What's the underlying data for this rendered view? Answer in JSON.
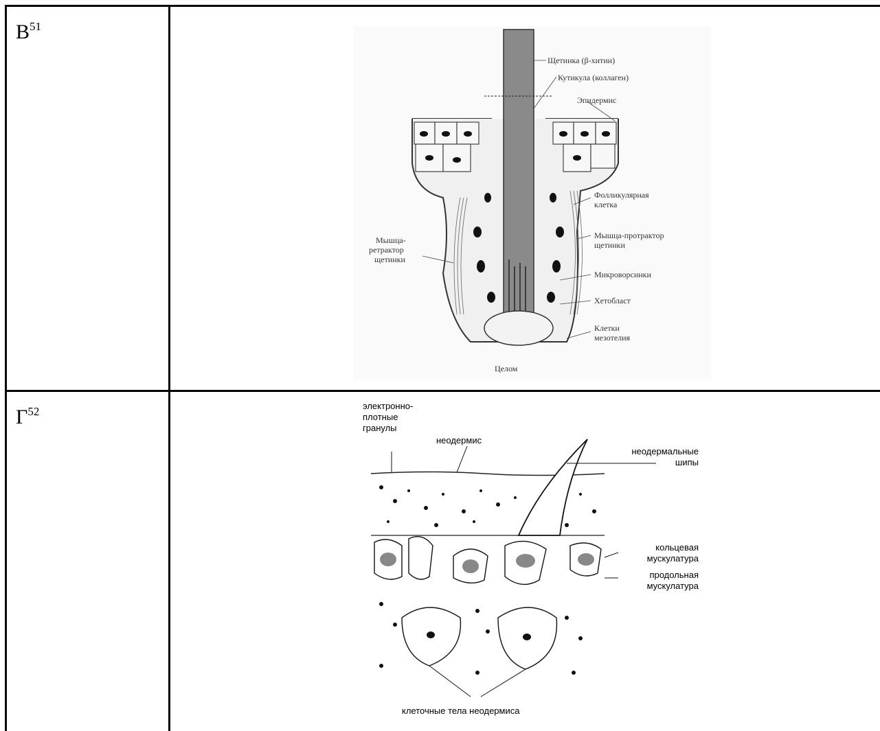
{
  "rows": [
    {
      "letter": "В",
      "ref": "51",
      "figure": {
        "labels": {
          "bristle": "Щетинка (β-хитин)",
          "cuticle": "Кутикула (коллаген)",
          "epidermis": "Эпидермис",
          "follicular_cell_1": "Фолликулярная",
          "follicular_cell_2": "клетка",
          "protractor_1": "Мышца-протрактор",
          "protractor_2": "щетинки",
          "retractor_1": "Мышца-",
          "retractor_2": "ретрактор",
          "retractor_3": "щетинки",
          "microvilli": "Микроворсинки",
          "chaetoblast": "Хетобласт",
          "mesothelium_1": "Клетки",
          "mesothelium_2": "мезотелия",
          "coelom": "Целом"
        }
      }
    },
    {
      "letter": "Г",
      "ref": "52",
      "figure": {
        "labels": {
          "granules_1": "электронно-",
          "granules_2": "плотные",
          "granules_3": "гранулы",
          "neodermis": "неодермис",
          "spines_1": "неодермальные",
          "spines_2": "шипы",
          "circular_1": "кольцевая",
          "circular_2": "мускулатура",
          "longitudinal_1": "продольная",
          "longitudinal_2": "мускулатура",
          "cell_bodies": "клеточные тела неодермиса"
        }
      }
    }
  ]
}
